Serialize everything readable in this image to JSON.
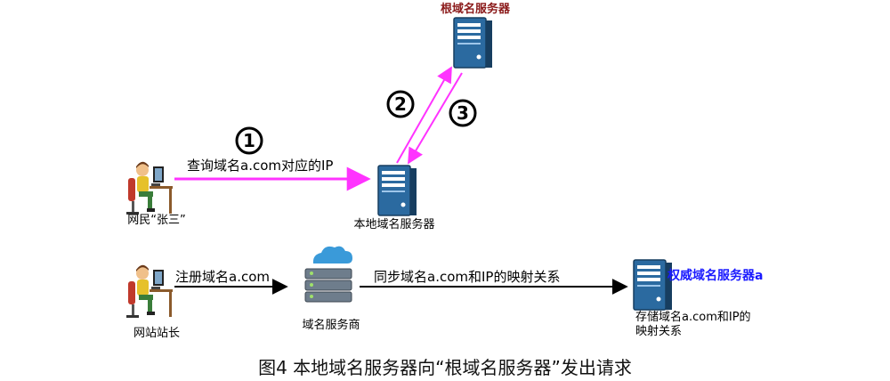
{
  "labels": {
    "root_server": "根域名服务器",
    "local_server": "本地域名服务器",
    "user_zhangsan": "网民“张三”",
    "webmaster": "网站站长",
    "domain_provider": "域名服务商",
    "auth_server": "权威域名服务器a",
    "auth_server_store": "存储域名a.com和IP的",
    "auth_server_store_2": "映射关系"
  },
  "steps": {
    "step1": "1",
    "step2": "2",
    "step3": "3"
  },
  "edges": {
    "query": "查询域名a.com对应的IP",
    "register": "注册域名a.com",
    "sync": "同步域名a.com和IP的映射关系"
  },
  "caption": "图4 本地域名服务器向“根域名服务器”发出请求",
  "colors": {
    "root_label": "#8b1a1a",
    "auth_label": "#1a1aff",
    "query_arrow": "#ff33ff",
    "server_body": "#2b6aa0",
    "server_dark": "#173e60"
  }
}
